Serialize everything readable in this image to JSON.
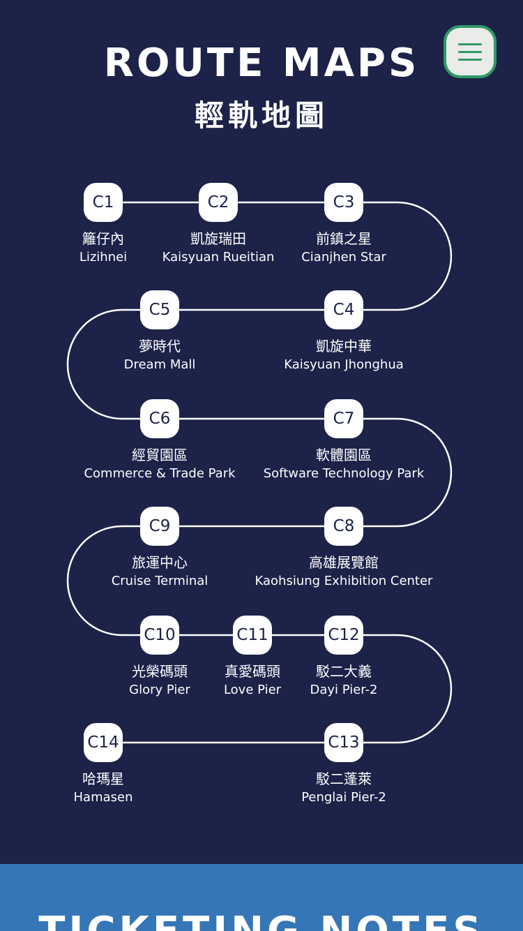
{
  "header": {
    "title_en": "ROUTE MAPS",
    "title_zh": "輕軌地圖"
  },
  "menu": {
    "icon": "hamburger-menu-icon",
    "accent": "#2f9a66"
  },
  "stations": [
    {
      "code": "C1",
      "zh": "籬仔內",
      "en": "Lizihnei"
    },
    {
      "code": "C2",
      "zh": "凱旋瑞田",
      "en": "Kaisyuan Rueitian"
    },
    {
      "code": "C3",
      "zh": "前鎮之星",
      "en": "Cianjhen Star"
    },
    {
      "code": "C4",
      "zh": "凱旋中華",
      "en": "Kaisyuan Jhonghua"
    },
    {
      "code": "C5",
      "zh": "夢時代",
      "en": "Dream Mall"
    },
    {
      "code": "C6",
      "zh": "經貿園區",
      "en": "Commerce & Trade Park"
    },
    {
      "code": "C7",
      "zh": "軟體園區",
      "en": "Software Technology Park"
    },
    {
      "code": "C8",
      "zh": "高雄展覽館",
      "en": "Kaohsiung Exhibition Center"
    },
    {
      "code": "C9",
      "zh": "旅運中心",
      "en": "Cruise Terminal"
    },
    {
      "code": "C10",
      "zh": "光榮碼頭",
      "en": "Glory Pier"
    },
    {
      "code": "C11",
      "zh": "真愛碼頭",
      "en": "Love Pier"
    },
    {
      "code": "C12",
      "zh": "駁二大義",
      "en": "Dayi Pier-2"
    },
    {
      "code": "C13",
      "zh": "駁二蓬萊",
      "en": "Penglai Pier-2"
    },
    {
      "code": "C14",
      "zh": "哈瑪星",
      "en": "Hamasen"
    }
  ],
  "footer": {
    "title": "TICKETING NOTES"
  },
  "colors": {
    "background": "#1c2248",
    "footer": "#3576b6",
    "badge": "#ffffff"
  }
}
